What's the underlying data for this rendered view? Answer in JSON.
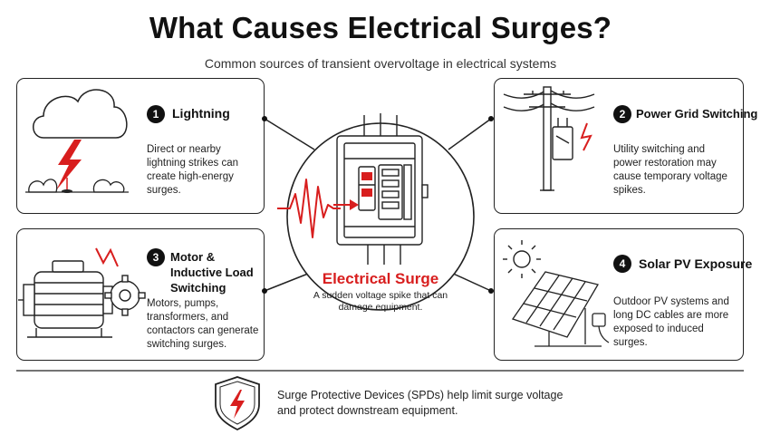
{
  "header": {
    "title": "What Causes Electrical Surges?",
    "subtitle": "Common sources of transient overvoltage in electrical systems"
  },
  "center": {
    "title": "Electrical Surge",
    "description": "A sudden voltage spike that can damage equipment."
  },
  "causes": [
    {
      "number": "1",
      "title": "Lightning",
      "description": "Direct or nearby lightning strikes can create high-energy surges.",
      "icon": "storm-cloud-lightning-icon"
    },
    {
      "number": "2",
      "title": "Power Grid Switching",
      "description": "Utility switching and power restoration may cause temporary voltage spikes.",
      "icon": "utility-pole-icon"
    },
    {
      "number": "3",
      "title": "Motor & Inductive Load Switching",
      "description": "Motors, pumps, transformers, and contactors can generate switching surges.",
      "icon": "electric-motor-icon"
    },
    {
      "number": "4",
      "title": "Solar PV Exposure",
      "description": "Outdoor PV systems and long DC cables are more exposed to induced surges.",
      "icon": "solar-panel-icon"
    }
  ],
  "footer": {
    "text": "Surge Protective Devices (SPDs) help limit surge voltage and protect downstream equipment.",
    "icon": "shield-lightning-icon"
  },
  "colors": {
    "accent": "#d81e1e",
    "ink": "#111111",
    "background": "#ffffff"
  }
}
